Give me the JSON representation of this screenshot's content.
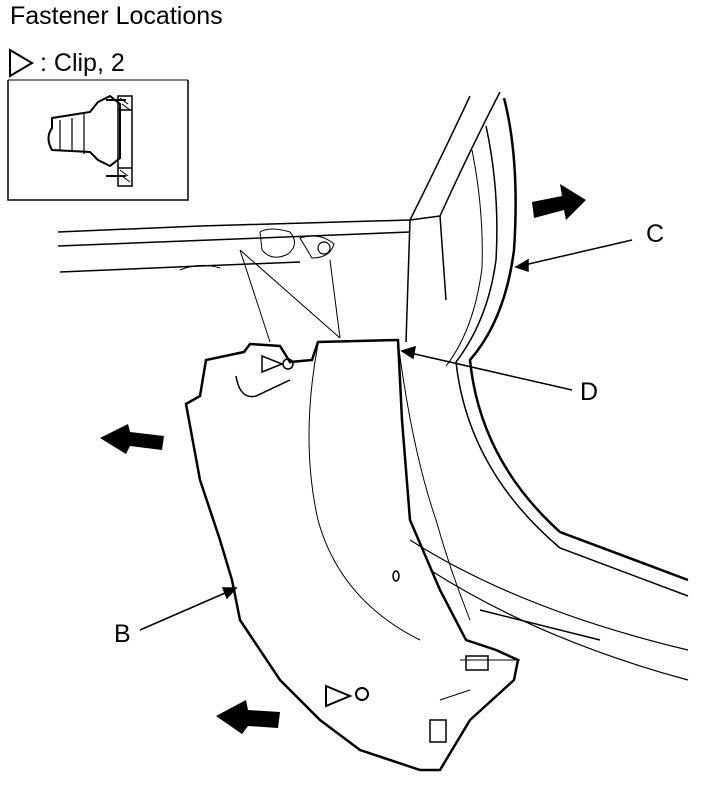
{
  "title": "Fastener Locations",
  "legend": {
    "symbol": "clip-triangle-icon",
    "text": ": Clip, 2"
  },
  "labels": {
    "b": "B",
    "c": "C",
    "d": "D"
  },
  "colors": {
    "line": "#000000",
    "background": "#ffffff"
  }
}
